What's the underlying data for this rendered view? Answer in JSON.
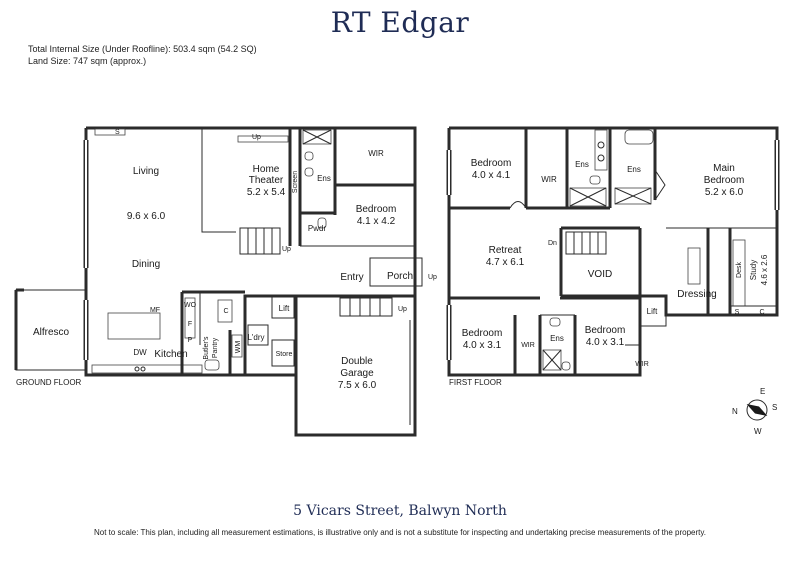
{
  "header": {
    "brand": "RT Edgar",
    "internal_size": "Total Internal Size (Under Roofline): 503.4 sqm (54.2 SQ)",
    "land_size": "Land Size: 747 sqm (approx.)"
  },
  "ground_floor": {
    "caption": "GROUND FLOOR",
    "rooms": {
      "living": "Living",
      "living_dims": "9.6 x 6.0",
      "dining": "Dining",
      "alfresco": "Alfresco",
      "kitchen": "Kitchen",
      "home_theater": "Home",
      "home_theater_2": "Theater",
      "home_theater_dims": "5.2 x 5.4",
      "screen": "Screen",
      "ens": "Ens",
      "wir": "WIR",
      "bedroom": "Bedroom",
      "bedroom_dims": "4.1 x 4.2",
      "pwdr": "Pwdr",
      "entry": "Entry",
      "porch": "Porch",
      "lift": "Lift",
      "laundry": "L'dry",
      "store": "Store",
      "butlers_pantry": "Butler's",
      "butlers_pantry_2": "Pantry",
      "double_garage": "Double",
      "double_garage_2": "Garage",
      "double_garage_dims": "7.5 x 6.0"
    },
    "fixtures": {
      "s": "S",
      "mf": "MF",
      "dw": "DW",
      "wo": "WO",
      "f": "F",
      "p": "P",
      "c": "C",
      "wm": "WM",
      "up": "Up"
    }
  },
  "first_floor": {
    "caption": "FIRST FLOOR",
    "rooms": {
      "bedroom1": "Bedroom",
      "bedroom1_dims": "4.0 x 4.1",
      "wir1": "WIR",
      "ens1": "Ens",
      "ens2": "Ens",
      "main_bedroom": "Main",
      "main_bedroom_2": "Bedroom",
      "main_bedroom_dims": "5.2 x 6.0",
      "retreat": "Retreat",
      "retreat_dims": "4.7 x 6.1",
      "void": "VOID",
      "dn": "Dn",
      "dressing": "Dressing",
      "desk": "Desk",
      "study": "Study",
      "study_dims": "4.6 x 2.6",
      "lift": "Lift",
      "bedroom2": "Bedroom",
      "bedroom2_dims": "4.0 x 3.1",
      "wir2": "WIR",
      "ens3": "Ens",
      "bedroom3": "Bedroom",
      "bedroom3_dims": "4.0 x 3.1",
      "wir3": "WIR"
    },
    "fixtures": {
      "s": "S",
      "c": "C"
    }
  },
  "compass": {
    "n": "N",
    "e": "E",
    "s": "S",
    "w": "W"
  },
  "footer": {
    "address": "5 Vicars Street, Balwyn North",
    "disclaimer": "Not to scale: This plan, including all measurement estimations, is illustrative only and is not a substitute for inspecting and undertaking precise measurements of the property."
  }
}
